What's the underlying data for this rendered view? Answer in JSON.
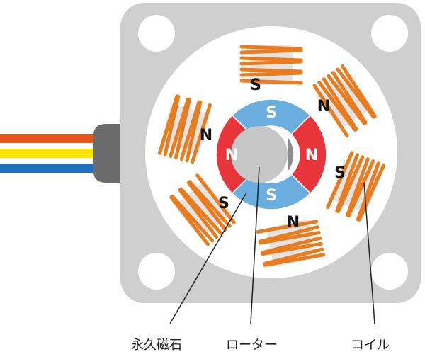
{
  "colors": {
    "housing": "#cfcfcf",
    "housing_hole": "#ffffff",
    "stator_inner": "#ffffff",
    "coil_wire": "#e87c1e",
    "magnet_north": "#e8353b",
    "magnet_south": "#6aaee0",
    "rotor": "#c6c6c6",
    "connector": "#6b6b6b",
    "wire_orange": "#e9531d",
    "wire_yellow": "#ffe600",
    "wire_blue": "#1f70c1",
    "leader_line": "#222222"
  },
  "rotor_poles": [
    "S",
    "N",
    "S",
    "N"
  ],
  "coil_poles": [
    "S",
    "N",
    "S",
    "N",
    "S",
    "N"
  ],
  "callouts": {
    "magnet": "永久磁石",
    "rotor": "ローター",
    "coil": "コイル"
  }
}
